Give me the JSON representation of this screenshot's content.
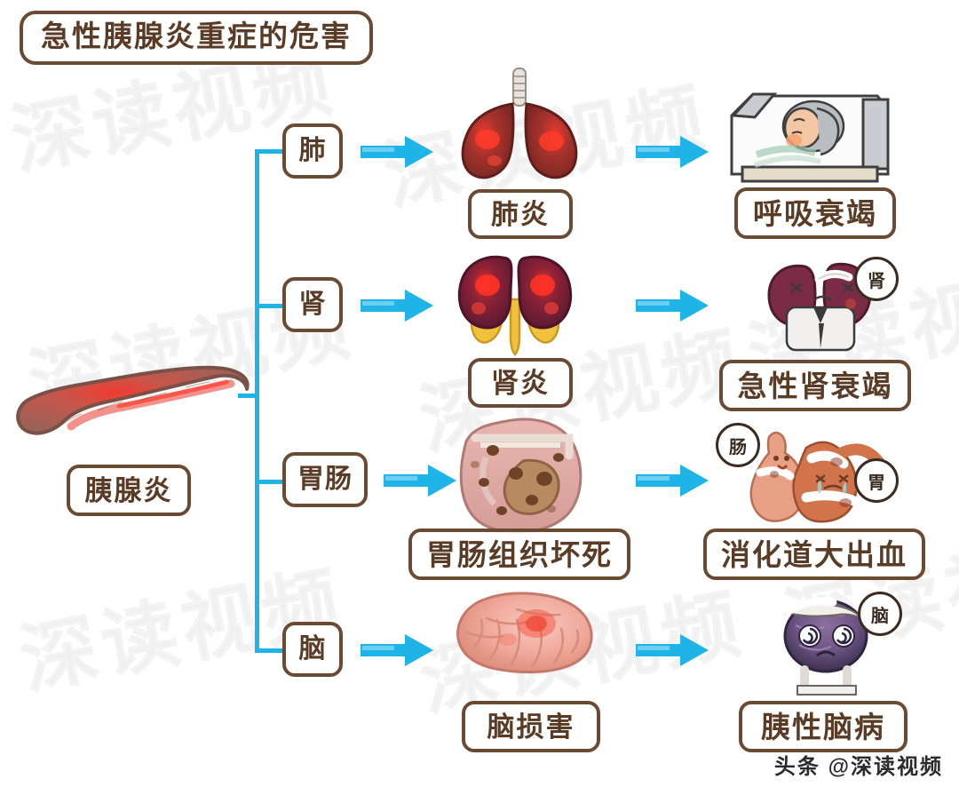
{
  "title": "急性胰腺炎重症的危害",
  "root": {
    "label": "胰腺炎",
    "illustration": "pancreas-illustration"
  },
  "watermark": {
    "text": "深读视频",
    "color": "#efefef"
  },
  "footer": {
    "text": "头条 @深读视频"
  },
  "colors": {
    "line": "#1eb4e8",
    "arrow": "#1eb4e8",
    "chip_border": "#6b4a33",
    "chip_text": "#5a3b26",
    "title_border": "#6b4a33"
  },
  "branches": [
    {
      "organ": "肺",
      "organ_icon": "lungs-icon",
      "stage1": "肺炎",
      "stage1_icon": "lungs-inflamed-illustration",
      "stage2": "呼吸衰竭",
      "stage2_icon": "patient-in-bed-illustration",
      "badges": []
    },
    {
      "organ": "肾",
      "organ_icon": "kidney-icon",
      "stage1": "肾炎",
      "stage1_icon": "kidneys-inflamed-illustration",
      "stage2": "急性肾衰竭",
      "stage2_icon": "injured-kidney-character-illustration",
      "badges": [
        "肾"
      ]
    },
    {
      "organ": "胃肠",
      "organ_icon": "stomach-intestine-icon",
      "stage1": "胃肠组织坏死",
      "stage1_icon": "necrotic-gut-illustration",
      "stage2": "消化道大出血",
      "stage2_icon": "injured-gut-characters-illustration",
      "badges": [
        "肠",
        "胃"
      ]
    },
    {
      "organ": "脑",
      "organ_icon": "brain-icon",
      "stage1": "脑损害",
      "stage1_icon": "damaged-brain-illustration",
      "stage2": "胰性脑病",
      "stage2_icon": "dizzy-brain-character-illustration",
      "badges": [
        "脑"
      ]
    }
  ]
}
